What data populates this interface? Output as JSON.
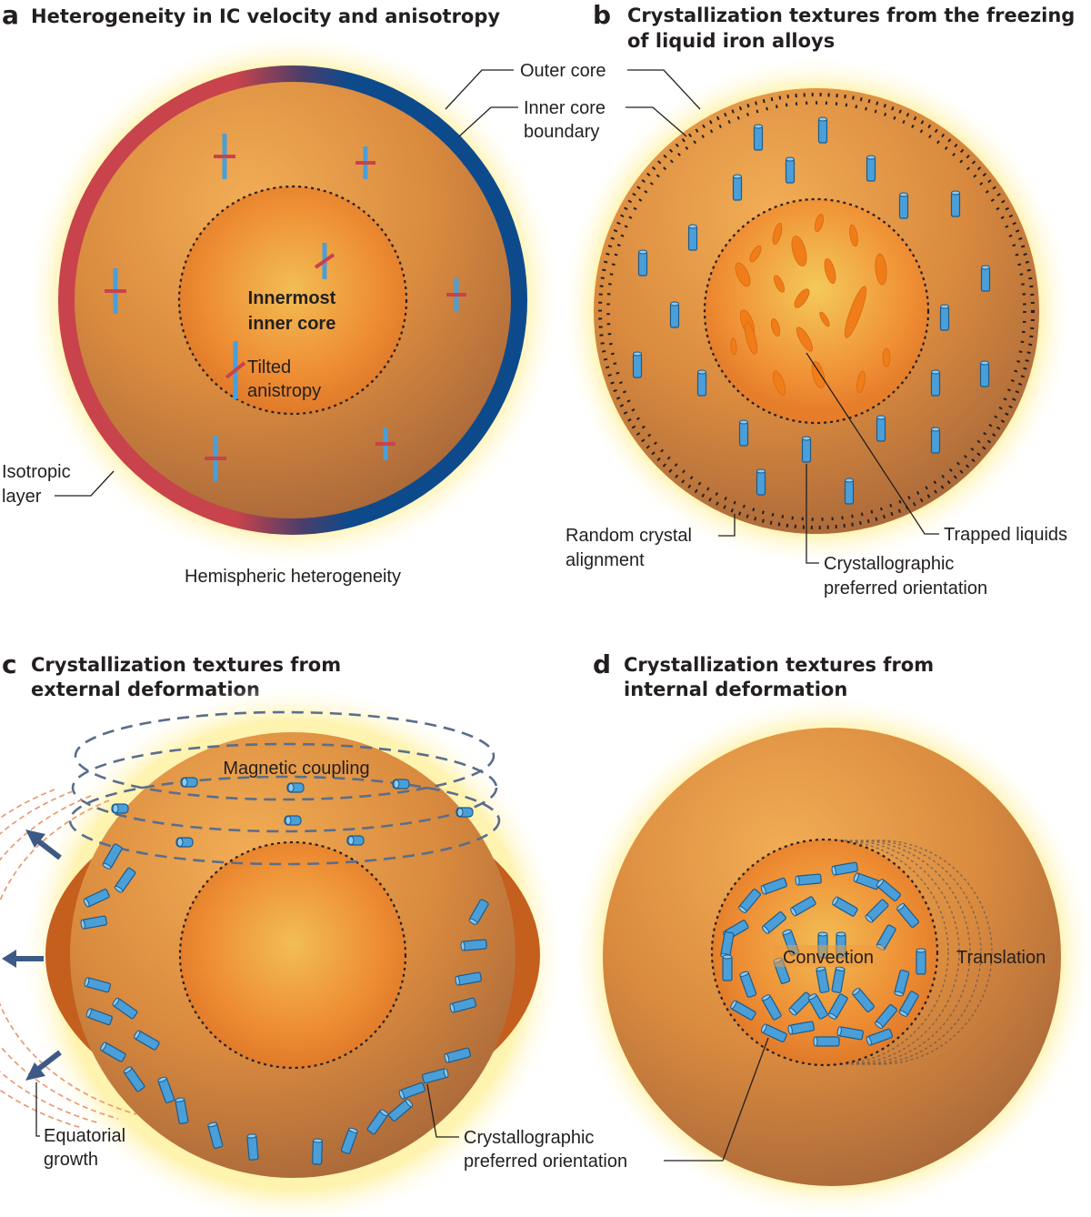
{
  "panels": {
    "a": {
      "letter": "a",
      "title": "Heterogeneity in IC velocity and anisotropy",
      "labels": {
        "innermost": [
          "Innermost",
          "inner core"
        ],
        "tilted": [
          "Tilted",
          "anistropy"
        ],
        "isotropic": [
          "Isotropic",
          "layer"
        ],
        "hemispheric": "Hemispheric heterogeneity"
      }
    },
    "b": {
      "letter": "b",
      "title": [
        "Crystallization textures from the freezing",
        "of liquid iron alloys"
      ],
      "labels": {
        "outer_core": "Outer core",
        "icb": [
          "Inner core",
          "boundary"
        ],
        "random": [
          "Random crystal",
          "alignment"
        ],
        "trapped": "Trapped liquids",
        "cpo": [
          "Crystallographic",
          "preferred orientation"
        ]
      }
    },
    "c": {
      "letter": "c",
      "title": [
        "Crystallization textures from",
        "external deformation"
      ],
      "labels": {
        "magnetic": "Magnetic coupling",
        "equatorial": [
          "Equatorial",
          "growth"
        ],
        "cpo": [
          "Crystallographic",
          "preferred orientation"
        ]
      }
    },
    "d": {
      "letter": "d",
      "title": [
        "Crystallization textures from",
        "internal deformation"
      ],
      "labels": {
        "convection": "Convection",
        "translation": "Translation"
      }
    }
  },
  "colors": {
    "core_orange": "#d8883a",
    "inner_orange": "#ef8a2a",
    "crystal_blue": "#4a9fd8",
    "hemisphere_red": "#c8434b",
    "hemisphere_blue": "#0d4a8c",
    "glow": "#fff3b0"
  }
}
